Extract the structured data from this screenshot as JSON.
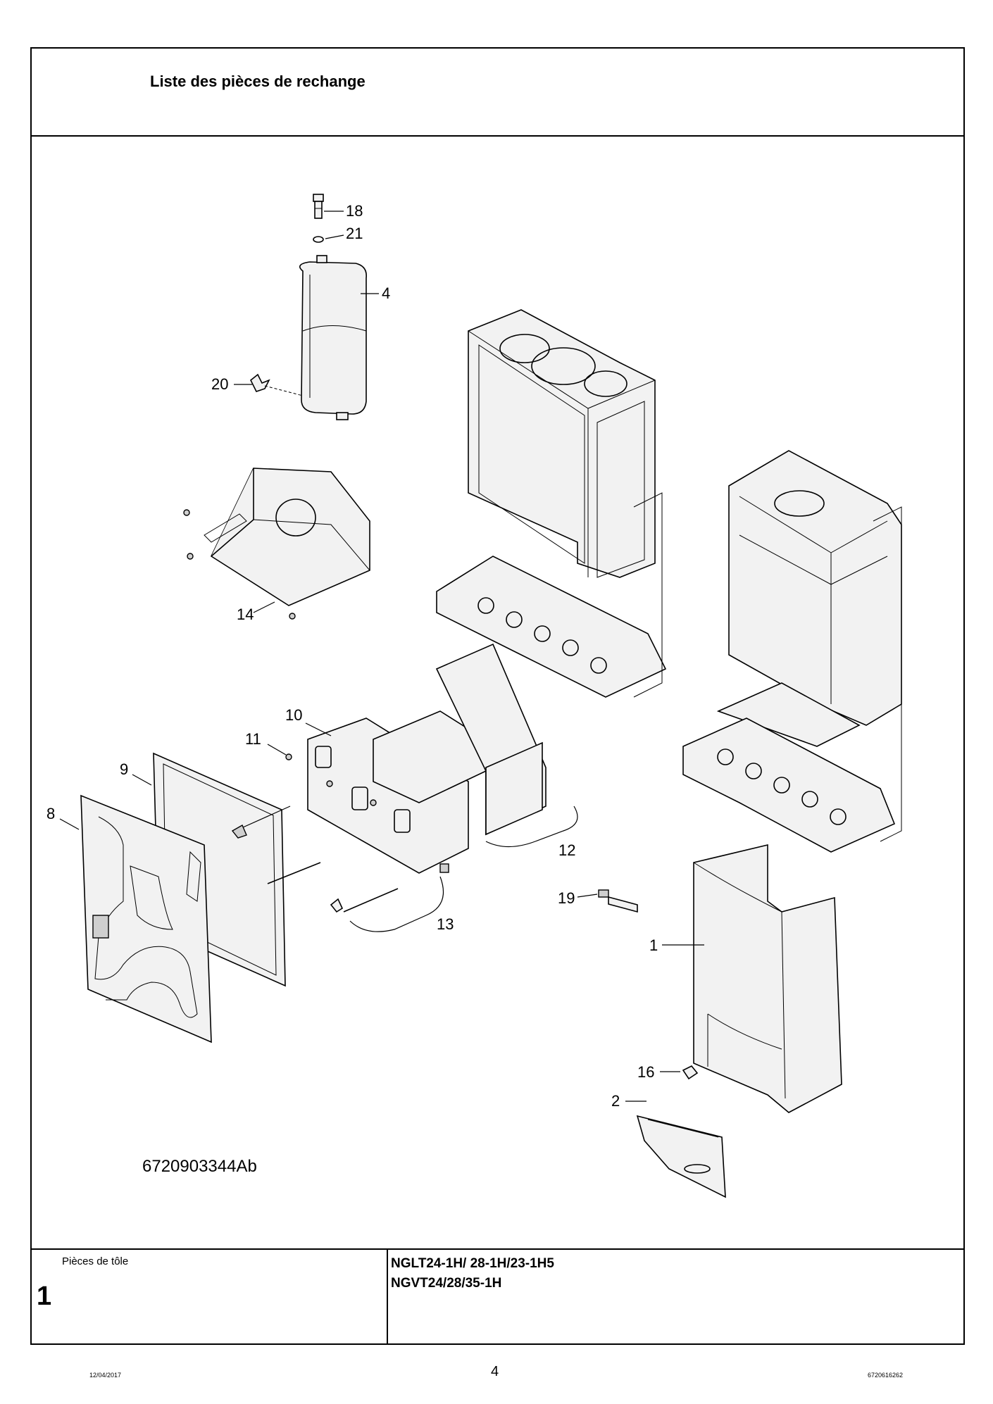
{
  "header": {
    "title": "Liste des pièces de rechange"
  },
  "drawing": {
    "doc_number": "6720903344Ab",
    "callouts": [
      "18",
      "21",
      "4",
      "20",
      "14",
      "10",
      "11",
      "9",
      "8",
      "12",
      "13",
      "19",
      "1",
      "16",
      "2"
    ]
  },
  "footer_block": {
    "section_name": "Pièces de tôle",
    "section_number": "1",
    "model_line_1": "NGLT24-1H/ 28-1H/23-1H5",
    "model_line_2": "NGVT24/28/35-1H"
  },
  "page_footer": {
    "date": "12/04/2017",
    "page": "4",
    "reference": "6720616262"
  }
}
